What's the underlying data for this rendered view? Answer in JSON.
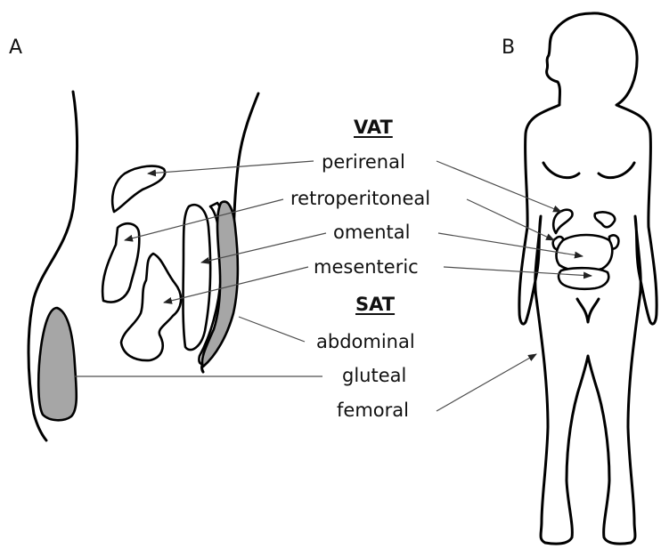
{
  "panel_labels": {
    "left": "A",
    "right": "B"
  },
  "vat": {
    "heading": "VAT",
    "depots": [
      "perirenal",
      "retroperitoneal",
      "omental",
      "mesenteric"
    ]
  },
  "sat": {
    "heading": "SAT",
    "depots": [
      "abdominal",
      "gluteal",
      "femoral"
    ]
  },
  "colors": {
    "sat_fill": "#a6a6a6",
    "vat_fill": "#ffffff",
    "line": "#000000"
  }
}
